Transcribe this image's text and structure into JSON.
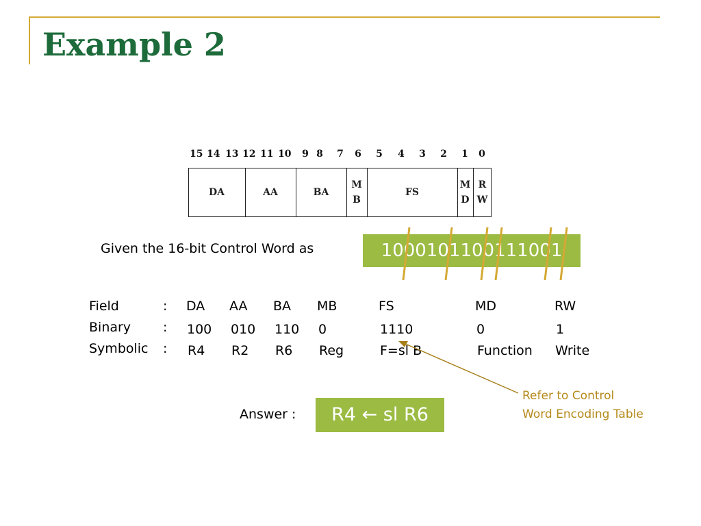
{
  "title": "Example 2",
  "control_word_format": {
    "bit_numbers": [
      "15",
      "14",
      "13",
      "12",
      "11",
      "10",
      "9",
      "8",
      "7",
      "6",
      "5",
      "4",
      "3",
      "2",
      "1",
      "0"
    ],
    "fields": [
      {
        "name": "DA"
      },
      {
        "name": "AA"
      },
      {
        "name": "BA"
      },
      {
        "name": "M\nB"
      },
      {
        "name": "FS"
      },
      {
        "name": "M\nD"
      },
      {
        "name": "R\nW"
      }
    ]
  },
  "given": {
    "label": "Given the 16-bit Control Word as",
    "control_word": "1000101100111001"
  },
  "field_table": {
    "rows": [
      {
        "label": "Field",
        "colon": ":",
        "values": [
          "DA",
          "AA",
          "BA",
          "MB",
          "FS",
          "MD",
          "RW"
        ]
      },
      {
        "label": "Binary",
        "colon": ":",
        "values": [
          "100",
          "010",
          "110",
          "0",
          "1110",
          "0",
          "1"
        ]
      },
      {
        "label": "Symbolic",
        "colon": ":",
        "values": [
          "R4",
          "R2",
          "R6",
          "Reg",
          "F=sl B",
          "Function",
          "Write"
        ]
      }
    ]
  },
  "answer": {
    "label": "Answer :",
    "value": "R4 ← sl R6"
  },
  "note": "Refer to Control Word Encoding Table",
  "colors": {
    "title": "#1d6b3a",
    "accent_gold": "#d4a933",
    "highlight_green": "#9bbb43",
    "note_text": "#b58a1a"
  }
}
